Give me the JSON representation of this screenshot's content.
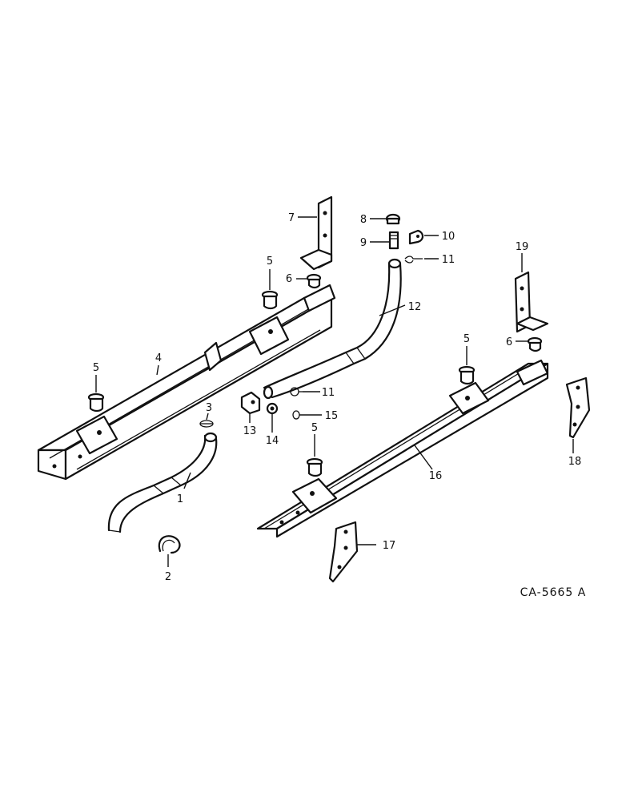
{
  "callouts": {
    "c1": "1",
    "c2": "2",
    "c3": "3",
    "c4": "4",
    "c5a": "5",
    "c5b": "5",
    "c5c": "5",
    "c5d": "5",
    "c6a": "6",
    "c6b": "6",
    "c7": "7",
    "c8": "8",
    "c9": "9",
    "c10": "10",
    "c11a": "11",
    "c11b": "11",
    "c12": "12",
    "c13": "13",
    "c14": "14",
    "c15": "15",
    "c16": "16",
    "c17": "17",
    "c18": "18",
    "c19": "19"
  },
  "reference_code": "CA-5665 A"
}
